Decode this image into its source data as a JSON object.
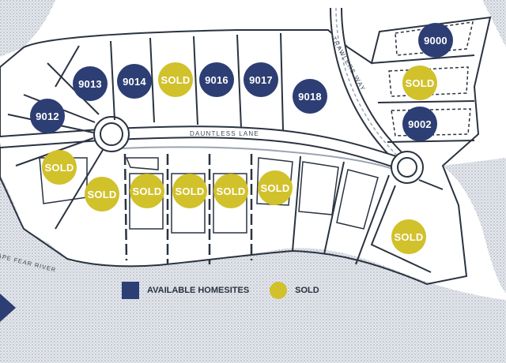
{
  "colors": {
    "available": "#2c3e73",
    "sold": "#d1c12b",
    "water": "#c9ced6",
    "road": "#9aa4b2",
    "line": "#2a3340"
  },
  "streets": {
    "dauntless": "DAUNTLESS LANE",
    "trawlers": "TRAWLERS WAY"
  },
  "river": {
    "label": "CAPE FEAR RIVER"
  },
  "legend": {
    "available": "AVAILABLE HOMESITES",
    "sold": "SOLD"
  },
  "lots": [
    {
      "label": "9013",
      "status": "available"
    },
    {
      "label": "9014",
      "status": "available"
    },
    {
      "label": "SOLD",
      "status": "sold"
    },
    {
      "label": "9016",
      "status": "available"
    },
    {
      "label": "9017",
      "status": "available"
    },
    {
      "label": "9018",
      "status": "available"
    },
    {
      "label": "9012",
      "status": "available"
    },
    {
      "label": "9000",
      "status": "available"
    },
    {
      "label": "SOLD",
      "status": "sold"
    },
    {
      "label": "9002",
      "status": "available"
    },
    {
      "label": "SOLD",
      "status": "sold"
    },
    {
      "label": "SOLD",
      "status": "sold"
    },
    {
      "label": "SOLD",
      "status": "sold"
    },
    {
      "label": "SOLD",
      "status": "sold"
    },
    {
      "label": "SOLD",
      "status": "sold"
    },
    {
      "label": "SOLD",
      "status": "sold"
    },
    {
      "label": "SOLD",
      "status": "sold"
    }
  ]
}
